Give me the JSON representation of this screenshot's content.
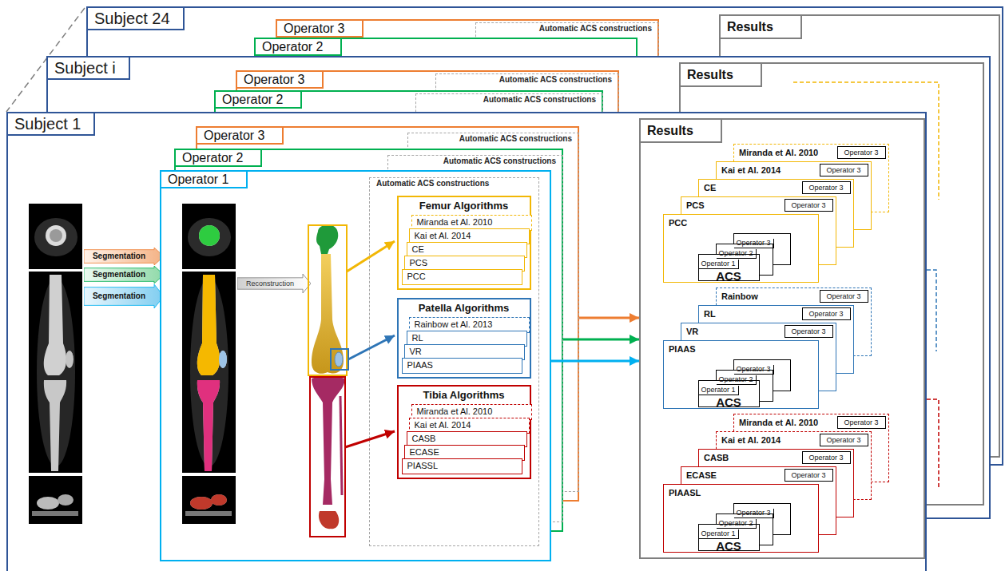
{
  "diagram": {
    "nodes": [
      {
        "text": [
          "Subject 24"
        ]
      },
      {
        "text": [
          "Operator 3"
        ],
        "in": 0
      },
      {
        "text": [
          "Automatic ACS constructions"
        ],
        "in": 1
      },
      {
        "text": [
          "Operator 2"
        ],
        "in": 0
      },
      {
        "text": [
          "Results"
        ],
        "in": 0
      },
      {
        "text": [
          "Subject i"
        ]
      },
      {
        "text": [
          "Operator 3"
        ],
        "in": 5
      },
      {
        "text": [
          "Automatic ACS constructions"
        ],
        "in": 6
      },
      {
        "text": [
          "Operator 2"
        ],
        "in": 5
      },
      {
        "text": [
          "Automatic ACS constructions"
        ],
        "in": 8
      },
      {
        "text": [
          "Results"
        ],
        "in": 5
      },
      {
        "text": [
          "Subject 1"
        ]
      },
      {
        "text": [
          "Segmentation"
        ],
        "in": 11
      },
      {
        "text": [
          "Segmentation"
        ],
        "in": 11
      },
      {
        "text": [
          "Segmentation"
        ],
        "in": 11
      },
      {
        "text": [
          "Operator 3"
        ],
        "in": 11
      },
      {
        "text": [
          "Automatic ACS constructions"
        ],
        "in": 15
      },
      {
        "text": [
          "Operator 2"
        ],
        "in": 11
      },
      {
        "text": [
          "Automatic ACS constructions"
        ],
        "in": 17
      },
      {
        "text": [
          "Operator 1"
        ],
        "in": 11
      },
      {
        "text": [
          "Reconstruction"
        ],
        "in": 19
      },
      {
        "text": [
          "Automatic ACS constructions"
        ],
        "in": 19
      },
      {
        "text": [
          "Femur Algorithms"
        ],
        "in": 21
      },
      {
        "text": [
          "Miranda et Al. 2010"
        ],
        "in": 22
      },
      {
        "text": [
          "Kai et Al. 2014"
        ],
        "in": 22
      },
      {
        "text": [
          "CE"
        ],
        "in": 22
      },
      {
        "text": [
          "PCS"
        ],
        "in": 22
      },
      {
        "text": [
          "PCC"
        ],
        "in": 22
      },
      {
        "text": [
          "Patella Algorithms"
        ],
        "in": 21
      },
      {
        "text": [
          "Rainbow et Al. 2013"
        ],
        "in": 28
      },
      {
        "text": [
          "RL"
        ],
        "in": 28
      },
      {
        "text": [
          "VR"
        ],
        "in": 28
      },
      {
        "text": [
          "PIAAS"
        ],
        "in": 28
      },
      {
        "text": [
          "Tibia Algorithms"
        ],
        "in": 21
      },
      {
        "text": [
          "Miranda et Al. 2010"
        ],
        "in": 33
      },
      {
        "text": [
          "Kai et Al. 2014"
        ],
        "in": 33
      },
      {
        "text": [
          "CASB"
        ],
        "in": 33
      },
      {
        "text": [
          "ECASE"
        ],
        "in": 33
      },
      {
        "text": [
          "PIASSL"
        ],
        "in": 33
      },
      {
        "text": [
          "Results"
        ],
        "in": 11
      },
      {
        "text": [
          "Miranda et Al. 2010"
        ],
        "in": 39
      },
      {
        "text": [
          "Operator 3"
        ],
        "in": 40
      },
      {
        "text": [
          "Kai et Al. 2014"
        ],
        "in": 39
      },
      {
        "text": [
          "Operator 3"
        ],
        "in": 42
      },
      {
        "text": [
          "CE"
        ],
        "in": 39
      },
      {
        "text": [
          "Operator 3"
        ],
        "in": 44
      },
      {
        "text": [
          "PCS"
        ],
        "in": 39
      },
      {
        "text": [
          "Operator 3"
        ],
        "in": 46
      },
      {
        "text": [
          "PCC"
        ],
        "in": 39
      },
      {
        "text": [
          "Operator 3"
        ],
        "in": 48
      },
      {
        "text": [
          "Operator 2"
        ],
        "in": 48
      },
      {
        "text": [
          "Operator 1",
          "ACS"
        ],
        "in": 48
      },
      {
        "text": [
          "Rainbow"
        ],
        "in": 39
      },
      {
        "text": [
          "Operator 3"
        ],
        "in": 52
      },
      {
        "text": [
          "RL"
        ],
        "in": 39
      },
      {
        "text": [
          "Operator 3"
        ],
        "in": 54
      },
      {
        "text": [
          "VR"
        ],
        "in": 39
      },
      {
        "text": [
          "Operator 3"
        ],
        "in": 56
      },
      {
        "text": [
          "PIAAS"
        ],
        "in": 39
      },
      {
        "text": [
          "Operator 3"
        ],
        "in": 58
      },
      {
        "text": [
          "Operator 2"
        ],
        "in": 58
      },
      {
        "text": [
          "Operator 1",
          "ACS"
        ],
        "in": 58
      },
      {
        "text": [
          "Miranda et Al. 2010"
        ],
        "in": 39
      },
      {
        "text": [
          "Operator 3"
        ],
        "in": 62
      },
      {
        "text": [
          "Kai et Al. 2014"
        ],
        "in": 39
      },
      {
        "text": [
          "Operator 3"
        ],
        "in": 64
      },
      {
        "text": [
          "CASB"
        ],
        "in": 39
      },
      {
        "text": [
          "Operator 3"
        ],
        "in": 66
      },
      {
        "text": [
          "ECASE"
        ],
        "in": 39
      },
      {
        "text": [
          "Operator 3"
        ],
        "in": 68
      },
      {
        "text": [
          "PIAASL"
        ],
        "in": 39
      },
      {
        "text": [
          "Operator 3"
        ],
        "in": 70
      },
      {
        "text": [
          "Operator 2"
        ],
        "in": 70
      },
      {
        "text": [
          "Operator 1",
          "ACS"
        ],
        "in": 70
      }
    ],
    "edges": [
      {
        "from": 15,
        "to": 39,
        "arrow": "to"
      },
      {
        "from": 17,
        "to": 39,
        "arrow": "to"
      },
      {
        "from": 19,
        "to": 39,
        "arrow": "to"
      }
    ]
  }
}
